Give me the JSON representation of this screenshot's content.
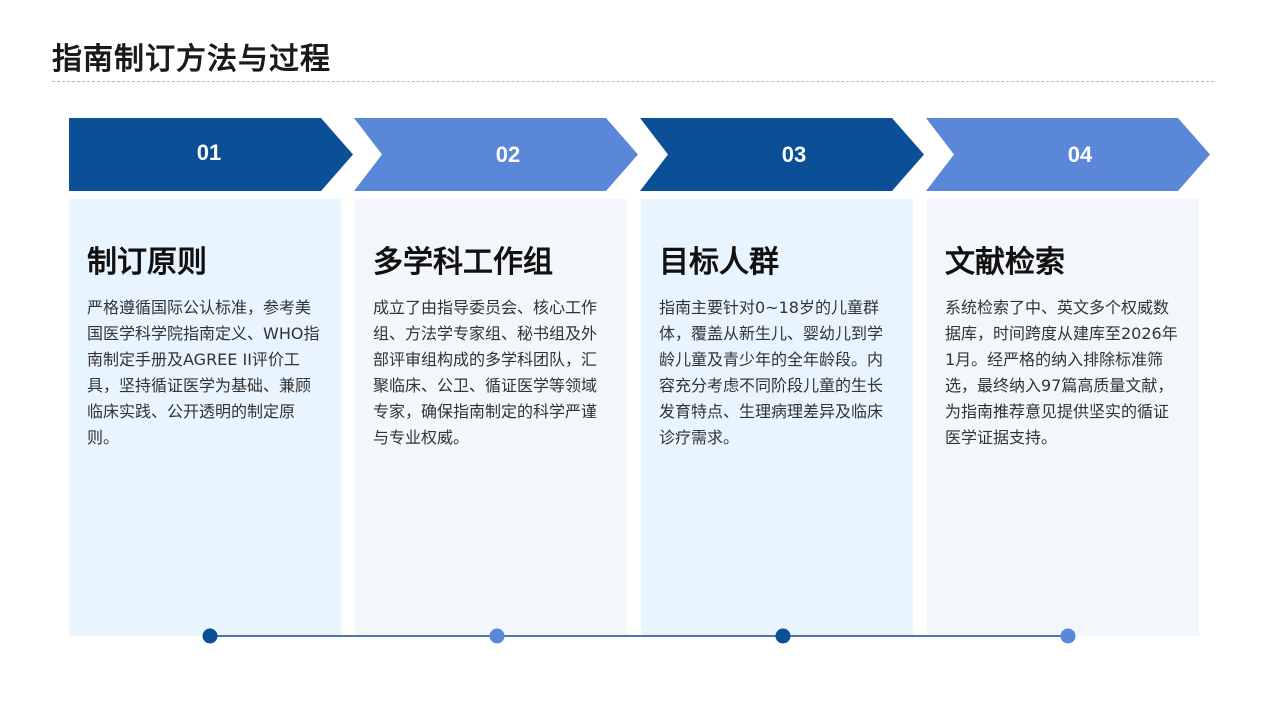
{
  "page": {
    "title": "指南制订方法与过程"
  },
  "colors": {
    "dark_blue": "#0b4f96",
    "medium_blue": "#5b87d9",
    "card_light": "#e8f4fe",
    "card_pale": "#f3f6fb"
  },
  "steps": [
    {
      "number": "01",
      "title": "制订原则",
      "text": "严格遵循国际公认标准，参考美国医学科学院指南定义、WHO指南制定手册及AGREE II评价工具，坚持循证医学为基础、兼顾临床实践、公开透明的制定原则。"
    },
    {
      "number": "02",
      "title": "多学科工作组",
      "text": "成立了由指导委员会、核心工作组、方法学专家组、秘书组及外部评审组构成的多学科团队，汇聚临床、公卫、循证医学等领域专家，确保指南制定的科学严谨与专业权威。"
    },
    {
      "number": "03",
      "title": "目标人群",
      "text": "指南主要针对0~18岁的儿童群体，覆盖从新生儿、婴幼儿到学龄儿童及青少年的全年龄段。内容充分考虑不同阶段儿童的生长发育特点、生理病理差异及临床诊疗需求。"
    },
    {
      "number": "04",
      "title": "文献检索",
      "text": "系统检索了中、英文多个权威数据库，时间跨度从建库至2026年1月。经严格的纳入排除标准筛选，最终纳入97篇高质量文献，为指南推荐意见提供坚实的循证医学证据支持。"
    }
  ]
}
